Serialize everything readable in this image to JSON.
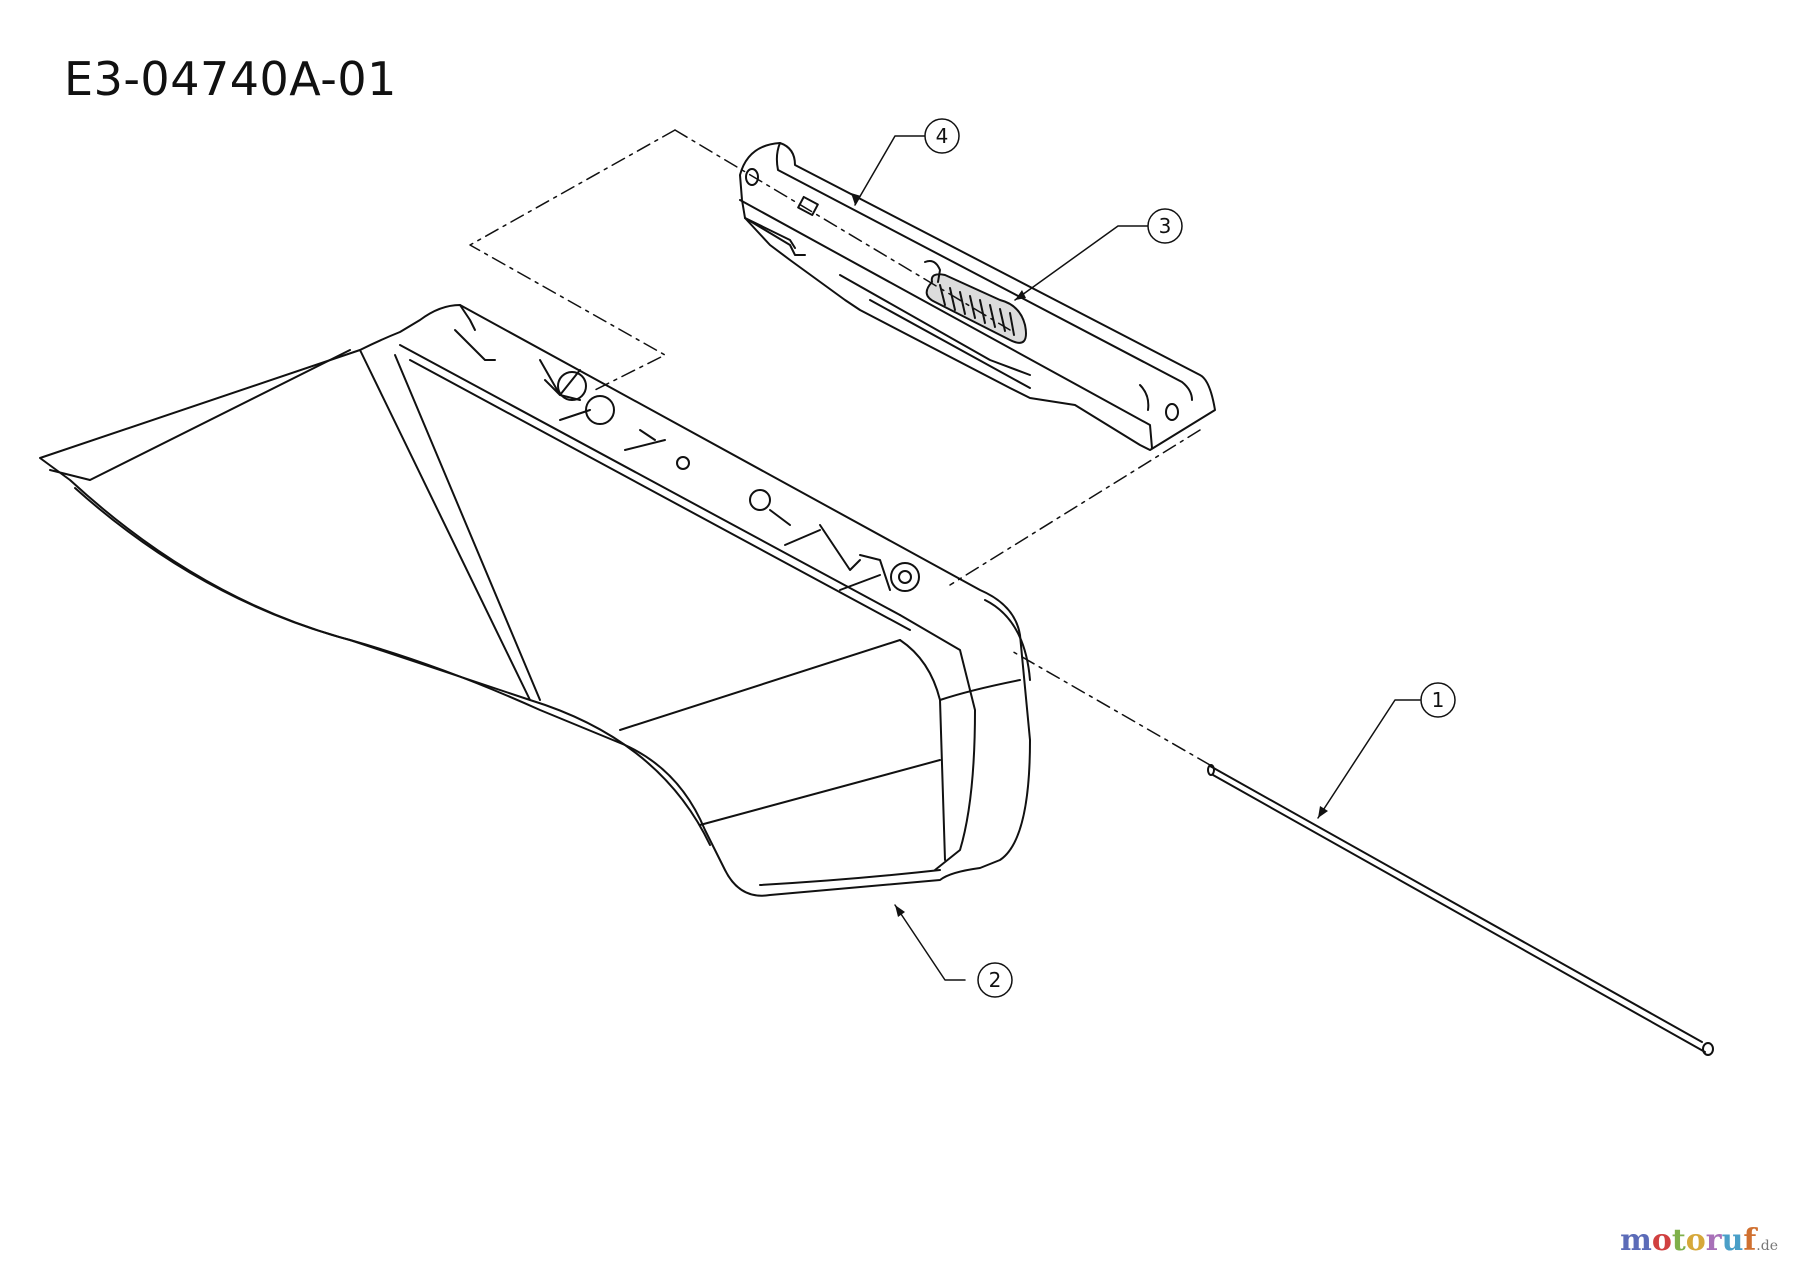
{
  "diagram": {
    "title": "E3-04740A-01",
    "callouts": [
      {
        "id": "callout-1",
        "label": "1"
      },
      {
        "id": "callout-2",
        "label": "2"
      },
      {
        "id": "callout-3",
        "label": "3"
      },
      {
        "id": "callout-4",
        "label": "4"
      }
    ]
  },
  "watermark": {
    "letters": [
      "m",
      "o",
      "t",
      "o",
      "r",
      "u",
      "f"
    ],
    "letter_colors": [
      "#5b6bb8",
      "#d04040",
      "#7fb04a",
      "#d6a83a",
      "#a870b8",
      "#4a9fc8",
      "#d07030"
    ],
    "suffix": ".de"
  },
  "parts": [
    {
      "name": "rod",
      "callout": "1"
    },
    {
      "name": "grass-bag-frame",
      "callout": "2"
    },
    {
      "name": "torsion-spring",
      "callout": "3"
    },
    {
      "name": "flap-hinge-bracket",
      "callout": "4"
    }
  ]
}
